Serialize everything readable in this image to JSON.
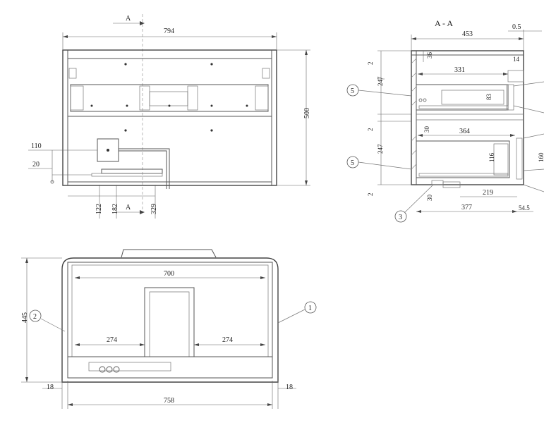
{
  "front_view": {
    "section_marker": "A",
    "width": "794",
    "height": "500",
    "left_dims": [
      "110",
      "20"
    ],
    "bottom_dims": [
      "122",
      "182",
      "329"
    ]
  },
  "section_view": {
    "title": "A - A",
    "depth": "453",
    "gap": "0.5",
    "dims": {
      "d36": "36",
      "d14": "14",
      "d331": "331",
      "d83": "83",
      "d30_upper": "30",
      "d364": "364",
      "d116": "116",
      "d160": "160",
      "d219": "219",
      "d30_lower": "30",
      "d377": "377",
      "d54_5": "54.5",
      "left_2_top": "2",
      "left_247_top": "247",
      "left_2_mid": "2",
      "left_247_bot": "247",
      "left_2_bot": "2"
    },
    "callouts": [
      "5",
      "5",
      "3"
    ]
  },
  "plan_view": {
    "inner_width": "700",
    "outer_width": "758",
    "depth": "445",
    "left_half": "274",
    "right_half": "274",
    "margin_left": "18",
    "margin_right": "18",
    "callouts": [
      "1",
      "2"
    ]
  }
}
